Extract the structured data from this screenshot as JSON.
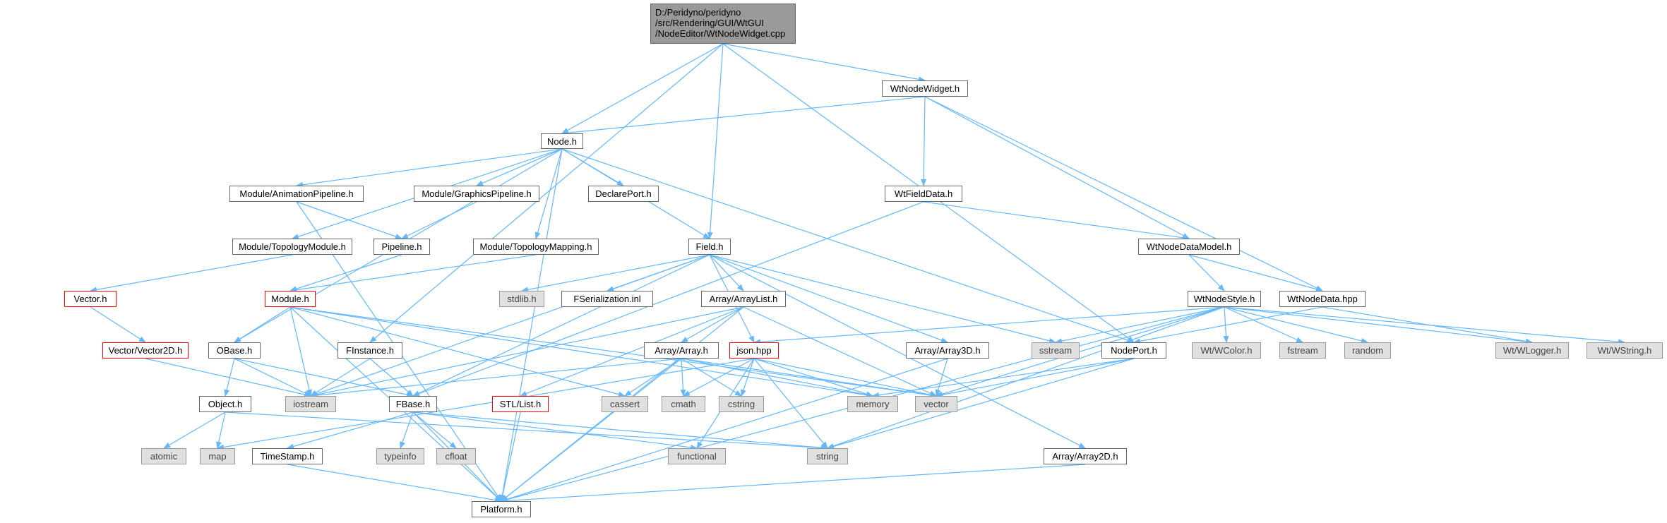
{
  "root_path_lines": [
    "D:/Peridyno/peridyno",
    "/src/Rendering/GUI/WtGUI",
    "/NodeEditor/WtNodeWidget.cpp"
  ],
  "nodes": {
    "wtnodewidget_h": "WtNodeWidget.h",
    "node_h": "Node.h",
    "animation_pipeline": "Module/AnimationPipeline.h",
    "graphics_pipeline": "Module/GraphicsPipeline.h",
    "declare_port": "DeclarePort.h",
    "wtfielddata": "WtFieldData.h",
    "topology_module": "Module/TopologyModule.h",
    "pipeline": "Pipeline.h",
    "topology_mapping": "Module/TopologyMapping.h",
    "field": "Field.h",
    "wtnodedatamodel": "WtNodeDataModel.h",
    "vector_h": "Vector.h",
    "module_h": "Module.h",
    "stdlib": "stdlib.h",
    "fserialization": "FSerialization.inl",
    "arraylist": "Array/ArrayList.h",
    "wtnodestyle": "WtNodeStyle.h",
    "wtnodedata": "WtNodeData.hpp",
    "vector2d": "Vector/Vector2D.h",
    "obase": "OBase.h",
    "finstance": "FInstance.h",
    "array_h": "Array/Array.h",
    "json": "json.hpp",
    "array3d": "Array/Array3D.h",
    "sstream": "sstream",
    "nodeport": "NodePort.h",
    "wtcolor": "Wt/WColor.h",
    "fstream": "fstream",
    "random": "random",
    "wtlogger": "Wt/WLogger.h",
    "wtstring": "Wt/WString.h",
    "object_h": "Object.h",
    "iostream": "iostream",
    "fbase": "FBase.h",
    "stl_list": "STL/List.h",
    "cassert": "cassert",
    "cmath": "cmath",
    "cstring": "cstring",
    "memory": "memory",
    "vector_std": "vector",
    "atomic": "atomic",
    "map": "map",
    "timestamp": "TimeStamp.h",
    "typeinfo": "typeinfo",
    "cfloat": "cfloat",
    "functional": "functional",
    "string": "string",
    "array2d": "Array/Array2D.h",
    "platform": "Platform.h"
  },
  "colors": {
    "edge": "#63b8ff",
    "edge_dark": "#404040",
    "root_fill": "#999999",
    "system_fill": "#e0e0e0",
    "highlight_border": "#ff0000"
  }
}
